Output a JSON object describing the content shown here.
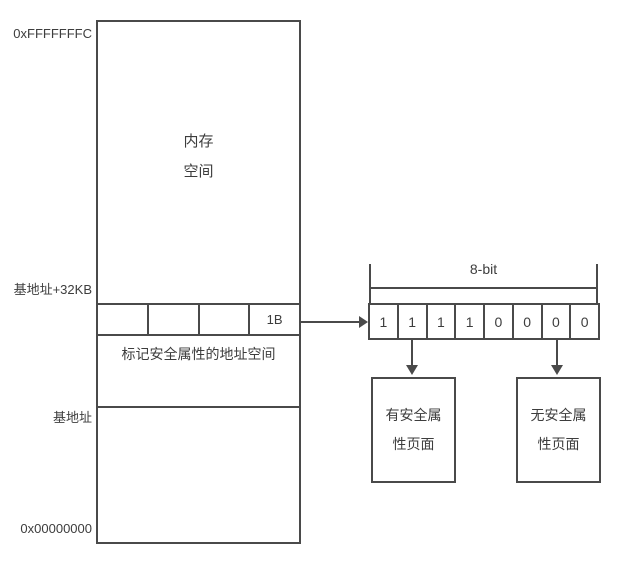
{
  "memory_map": {
    "address_top": "0xFFFFFFFC",
    "address_base_plus_32kb": "基地址+32KB",
    "address_base": "基地址",
    "address_bottom": "0x00000000",
    "region_title_lines": [
      "内存",
      "空间"
    ],
    "tag_cell_label": "1B",
    "tag_section_label": "标记安全属性的地址空间"
  },
  "byte_view": {
    "width_label": "8-bit",
    "bits": [
      "1",
      "1",
      "1",
      "1",
      "0",
      "0",
      "0",
      "0"
    ]
  },
  "pages": {
    "secure_lines": [
      "有安全属",
      "性页面"
    ],
    "non_secure_lines": [
      "无安全属",
      "性页面"
    ]
  },
  "colors": {
    "line": "#4a4a4a",
    "text": "#3d3d3d",
    "background": "#ffffff"
  }
}
